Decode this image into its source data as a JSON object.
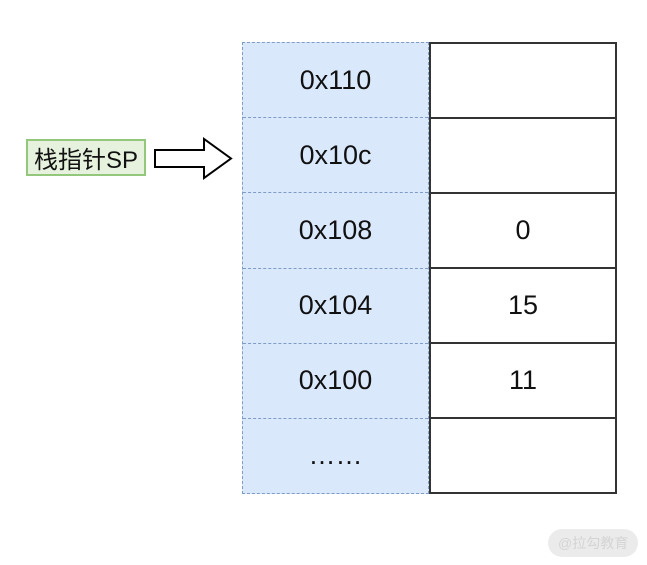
{
  "pointer": {
    "label": "栈指针SP"
  },
  "memory": {
    "rows": [
      {
        "address": "0x110",
        "value": ""
      },
      {
        "address": "0x10c",
        "value": ""
      },
      {
        "address": "0x108",
        "value": "0"
      },
      {
        "address": "0x104",
        "value": "15"
      },
      {
        "address": "0x100",
        "value": "11"
      },
      {
        "address": "……",
        "value": ""
      }
    ]
  },
  "watermark": {
    "label": "@拉勾教育"
  },
  "colors": {
    "address_cell_fill": "#dae8fc",
    "address_cell_border": "#7f9cc9",
    "value_cell_border": "#333333",
    "pointer_label_fill": "#e6f2de",
    "pointer_label_border": "#93c77b",
    "watermark_bg": "#ebebeb",
    "watermark_text": "#d4d4d4"
  }
}
